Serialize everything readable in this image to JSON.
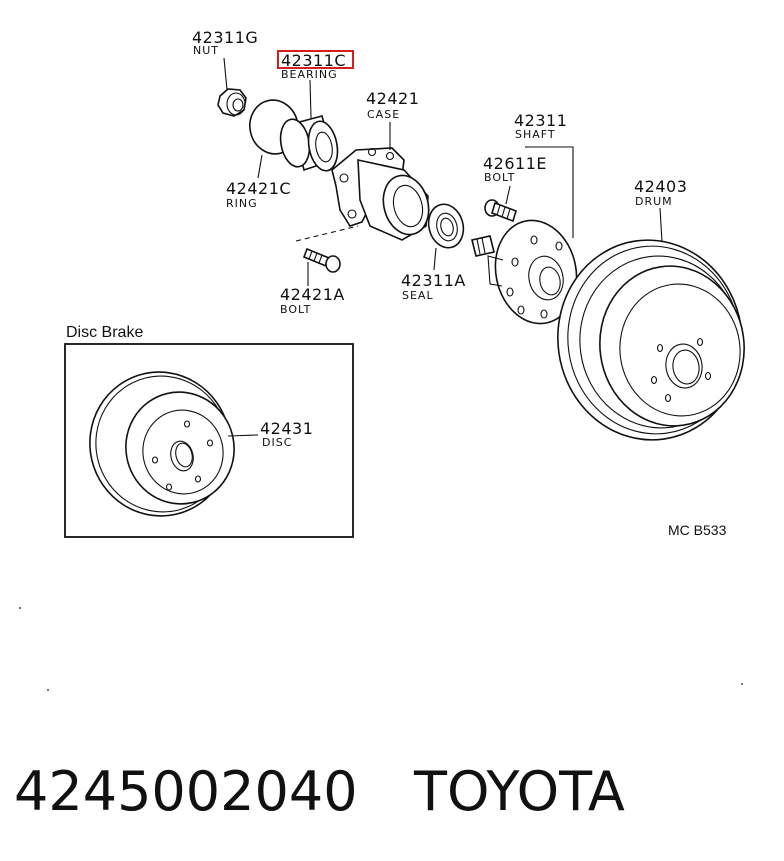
{
  "parts": [
    {
      "id": "nut",
      "number": "42311G",
      "name": "NUT",
      "highlighted": false
    },
    {
      "id": "bearing",
      "number": "42311C",
      "name": "BEARING",
      "highlighted": true
    },
    {
      "id": "case",
      "number": "42421",
      "name": "CASE",
      "highlighted": false
    },
    {
      "id": "shaft",
      "number": "42311",
      "name": "SHAFT",
      "highlighted": false
    },
    {
      "id": "hub-bolt",
      "number": "42611E",
      "name": "BOLT",
      "highlighted": false
    },
    {
      "id": "ring",
      "number": "42421C",
      "name": "RING",
      "highlighted": false
    },
    {
      "id": "drum",
      "number": "42403",
      "name": "DRUM",
      "highlighted": false
    },
    {
      "id": "case-bolt",
      "number": "42421A",
      "name": "BOLT",
      "highlighted": false
    },
    {
      "id": "seal",
      "number": "42311A",
      "name": "SEAL",
      "highlighted": false
    },
    {
      "id": "disc",
      "number": "42431",
      "name": "DISC",
      "highlighted": false
    }
  ],
  "inset": {
    "title": "Disc Brake"
  },
  "figure_code": "MC B533",
  "caption": {
    "part_number": "4245002040",
    "brand": "TOYOTA"
  },
  "colors": {
    "highlight": "#d22020",
    "ink": "#111111",
    "background": "#ffffff"
  }
}
